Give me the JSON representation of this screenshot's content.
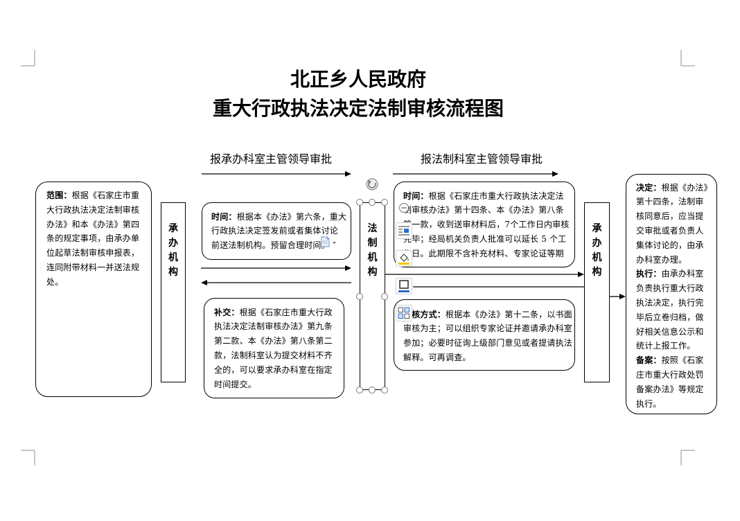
{
  "title": {
    "line1": "北正乡人民政府",
    "line2": "重大行政执法决定法制审核流程图"
  },
  "flow_labels": {
    "to_handling_leader": "报承办科室主管领导审批",
    "to_legal_leader": "报法制科室主管领导审批"
  },
  "scope_box": {
    "label": "范围：",
    "lines": [
      "根据《石家庄市重",
      "大行政执法决定法制审核",
      "办法》和本《办法》第四",
      "条的规定事项，由承办单",
      "位起草法制审核申报表，",
      "连同附带材料一并送法规",
      "处。"
    ]
  },
  "submit_time_box": {
    "label": "时间：",
    "lines": [
      "根据本《办法》第六条，重大",
      "行政执法决定签发前或者集体讨论",
      "前送法制机构。预留合理时间。"
    ]
  },
  "supplement_box": {
    "label": "补交：",
    "lines": [
      "根据《石家庄市重大行政",
      "执法决定法制审核办法》第九条",
      "第二款、本《办法》第八条第二",
      "款，法制科室认为提交材料不齐",
      "全的，可以要求承办科室在指定",
      "时间提交。"
    ]
  },
  "review_time_box": {
    "label": "时间：",
    "lines": [
      "根据《石家庄市重大行政执法决定法",
      "制审核办法》第十四条、本《办法》第八条",
      "第一款，收到送审材料后，7个工作日内审核",
      "完毕；经局机关负责人批准可以延长 5 个工",
      "作日。此期限不含补充材料、专家论证等期"
    ]
  },
  "review_method_box": {
    "label": "审核方式：",
    "lines": [
      "根据本《办法》第十二条，以书面",
      "审核为主；可以组织专家论证并邀请承办科室",
      "参加；必要时征询上级部门意见或者提请执法",
      "解释。可再调查。"
    ]
  },
  "result_box": {
    "sections": [
      {
        "label": "决定：",
        "lines": [
          "根据《办法》",
          "第十四条，法制审",
          "核同意后，应当提",
          "交审批或者负责人",
          "集体讨论的，由承",
          "办科室办理。"
        ]
      },
      {
        "label": "执行：",
        "lines": [
          "由承办科室",
          "负责执行重大行政",
          "执法决定，执行完",
          "毕后立卷归档，做",
          "好相关信息公示和",
          "统计上报工作。"
        ]
      },
      {
        "label": "备案：",
        "lines": [
          "按照《石家",
          "庄市重大行政处罚",
          "备案办法》等规定",
          "执行。"
        ]
      }
    ]
  },
  "org_boxes": {
    "handling_left": "承办机构",
    "legal": "法制机构",
    "handling_right": "承办机构"
  },
  "icons": {
    "rotate": "rotate-handle-icon",
    "toolbar": [
      "collapse-icon",
      "text-wrap-icon",
      "fill-color-icon",
      "shape-outline-icon",
      "arrange-icon"
    ],
    "paste": "paste-options-icon"
  },
  "colors": {
    "text": "#000000",
    "border": "#000000",
    "handle": "#7a7a7a",
    "crop_mark": "#8c8c8c",
    "accent_blue": "#2b6cc4",
    "fill_yellow": "#f5c400"
  }
}
